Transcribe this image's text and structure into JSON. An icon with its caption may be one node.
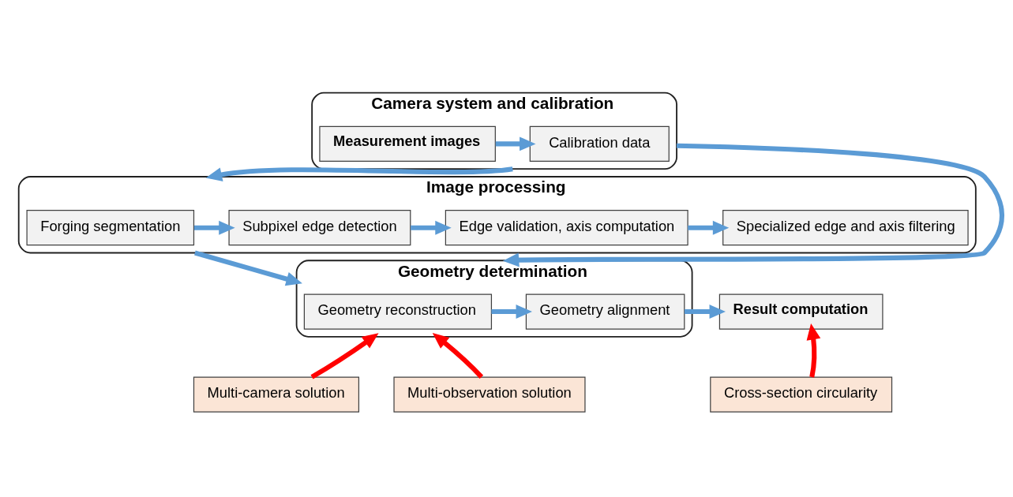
{
  "diagram": {
    "nodes": [
      {
        "text": [
          "Camera system and calibration"
        ]
      },
      {
        "text": [
          "Calibration data"
        ],
        "in": 0
      },
      {
        "text": [
          "Measurement images"
        ],
        "in": 0
      },
      {
        "text": [
          "Image processing"
        ]
      },
      {
        "text": [
          "Forging segmentation"
        ],
        "in": 3
      },
      {
        "text": [
          "Subpixel edge detection"
        ],
        "in": 3
      },
      {
        "text": [
          "Edge validation, axis computation"
        ],
        "in": 3
      },
      {
        "text": [
          "Specialized edge and axis filtering"
        ],
        "in": 3
      },
      {
        "text": [
          "Geometry determination"
        ]
      },
      {
        "text": [
          "Geometry reconstruction"
        ],
        "in": 8
      },
      {
        "text": [
          "Geometry alignment"
        ],
        "in": 8
      },
      {
        "text": [
          "Result computation"
        ]
      },
      {
        "text": [
          "Multi-camera solution"
        ]
      },
      {
        "text": [
          "Multi-observation solution"
        ]
      },
      {
        "text": [
          "Cross-section circularity"
        ]
      }
    ],
    "edges": [
      {
        "from": 2,
        "to": 1,
        "arrow": "to"
      },
      {
        "from": 0,
        "to": 8,
        "arrow": "to"
      },
      {
        "from": 0,
        "to": 3,
        "arrow": "to"
      },
      {
        "from": 4,
        "to": 5,
        "arrow": "to"
      },
      {
        "from": 5,
        "to": 6,
        "arrow": "to"
      },
      {
        "from": 6,
        "to": 7,
        "arrow": "to"
      },
      {
        "from": 3,
        "to": 8,
        "arrow": "to"
      },
      {
        "from": 9,
        "to": 10,
        "arrow": "to"
      },
      {
        "from": 10,
        "to": 11,
        "arrow": "to"
      },
      {
        "from": 12,
        "to": 8,
        "arrow": "to",
        "color": "#ff0000"
      },
      {
        "from": 13,
        "to": 8,
        "arrow": "to",
        "color": "#ff0000"
      },
      {
        "from": 14,
        "to": 11,
        "arrow": "to",
        "color": "#ff0000"
      }
    ]
  }
}
